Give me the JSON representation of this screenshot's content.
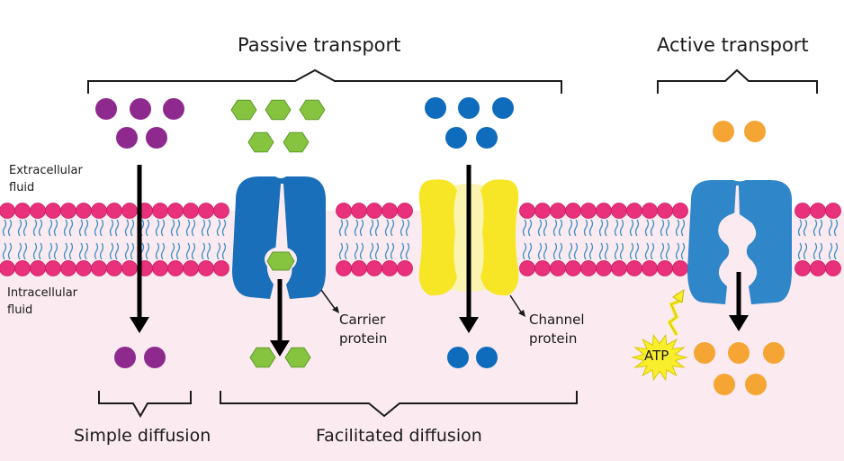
{
  "labels": {
    "passive_transport": "Passive transport",
    "active_transport": "Active transport",
    "extracellular_1": "Extracellular",
    "extracellular_2": "fluid",
    "intracellular_1": "Intracellular",
    "intracellular_2": "fluid",
    "carrier_1": "Carrier",
    "carrier_2": "protein",
    "channel_1": "Channel",
    "channel_2": "protein",
    "atp": "ATP",
    "simple_diffusion": "Simple diffusion",
    "facilitated_diffusion": "Facilitated diffusion"
  },
  "colors": {
    "extracellular_bg": "#ffffff",
    "intracellular_bg": "#fbeaf0",
    "lipid_head": "#e8317a",
    "lipid_tail": "#3a8fc4",
    "simple_molecule": "#8e2a8e",
    "carrier_molecule": "#86c440",
    "channel_molecule": "#0f6cbd",
    "active_molecule": "#f5a534",
    "carrier_protein": "#1a6fba",
    "channel_protein": "#f7e625",
    "channel_pore": "#fbf3b0",
    "pump_protein": "#2f86c9",
    "atp_burst": "#f8ee2c"
  },
  "molecules": {
    "simple": {
      "outside": 5,
      "inside": 2
    },
    "carrier": {
      "outside": 5,
      "inside": 2,
      "in_transit": 1
    },
    "channel": {
      "outside": 5,
      "inside": 2
    },
    "active": {
      "outside": 2,
      "inside": 5
    }
  }
}
